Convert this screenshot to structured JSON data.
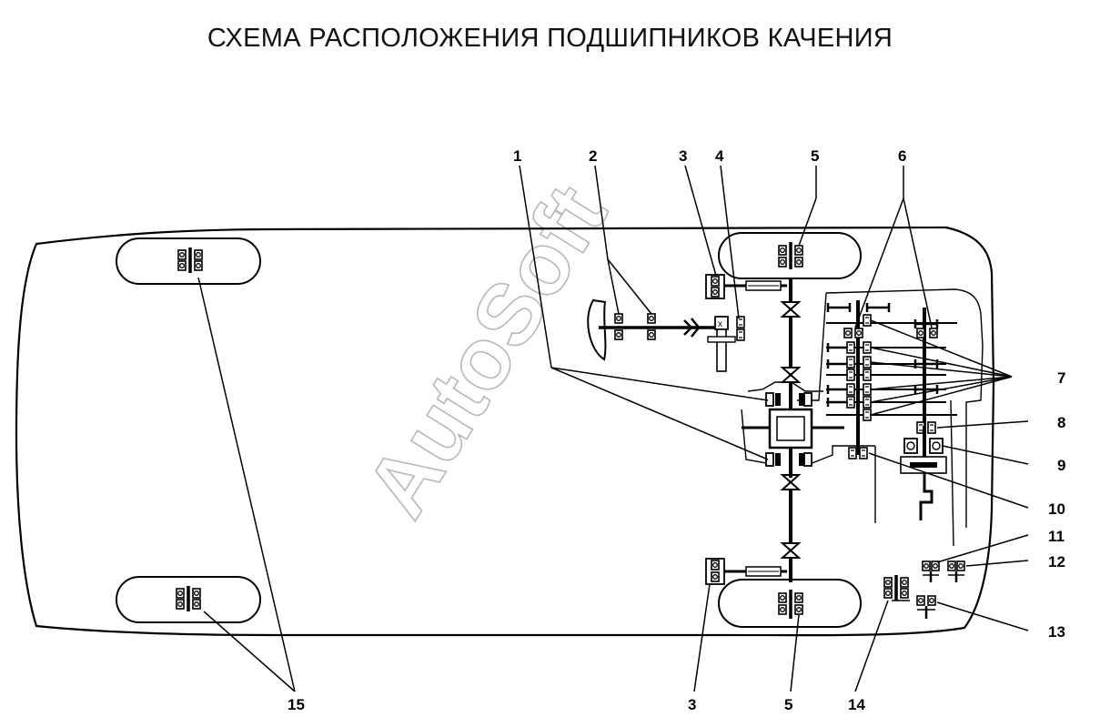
{
  "title": "СХЕМА РАСПОЛОЖЕНИЯ ПОДШИПНИКОВ КАЧЕНИЯ",
  "watermark": "AutoSoft",
  "callouts": [
    "1",
    "2",
    "3",
    "4",
    "5",
    "6",
    "7",
    "8",
    "9",
    "10",
    "11",
    "12",
    "13",
    "14",
    "15"
  ],
  "bottom_callouts": [
    "3",
    "5",
    "14",
    "15"
  ]
}
